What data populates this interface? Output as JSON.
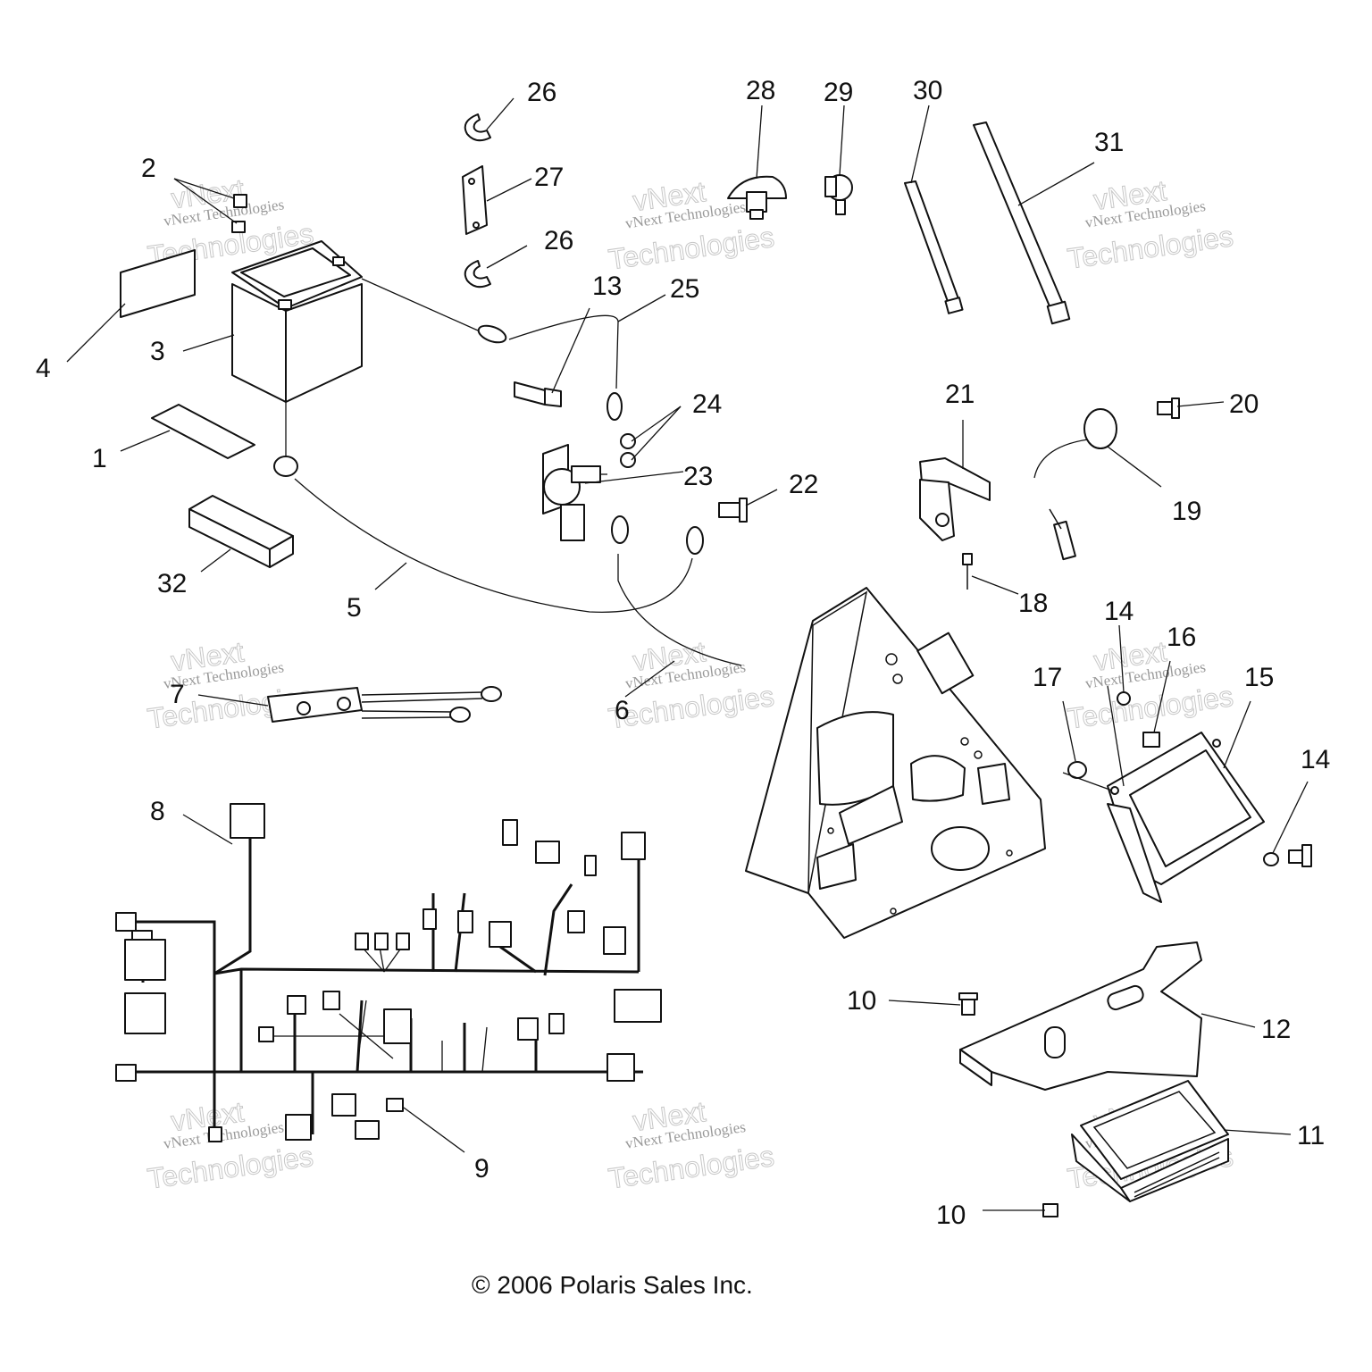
{
  "callouts": {
    "c1": "1",
    "c2": "2",
    "c3": "3",
    "c4": "4",
    "c5": "5",
    "c6": "6",
    "c7": "7",
    "c8": "8",
    "c9": "9",
    "c10a": "10",
    "c10b": "10",
    "c11": "11",
    "c12": "12",
    "c13": "13",
    "c14a": "14",
    "c14b": "14",
    "c15": "15",
    "c16": "16",
    "c17": "17",
    "c18": "18",
    "c19": "19",
    "c20": "20",
    "c21": "21",
    "c22": "22",
    "c23": "23",
    "c24": "24",
    "c25": "25",
    "c26a": "26",
    "c26b": "26",
    "c27": "27",
    "c28": "28",
    "c29": "29",
    "c30": "30",
    "c31": "31",
    "c32": "32"
  },
  "watermark": {
    "line1": "vNext Technologies",
    "line2": "Technologies",
    "line3": "vNext"
  },
  "copyright": "© 2006 Polaris Sales Inc."
}
